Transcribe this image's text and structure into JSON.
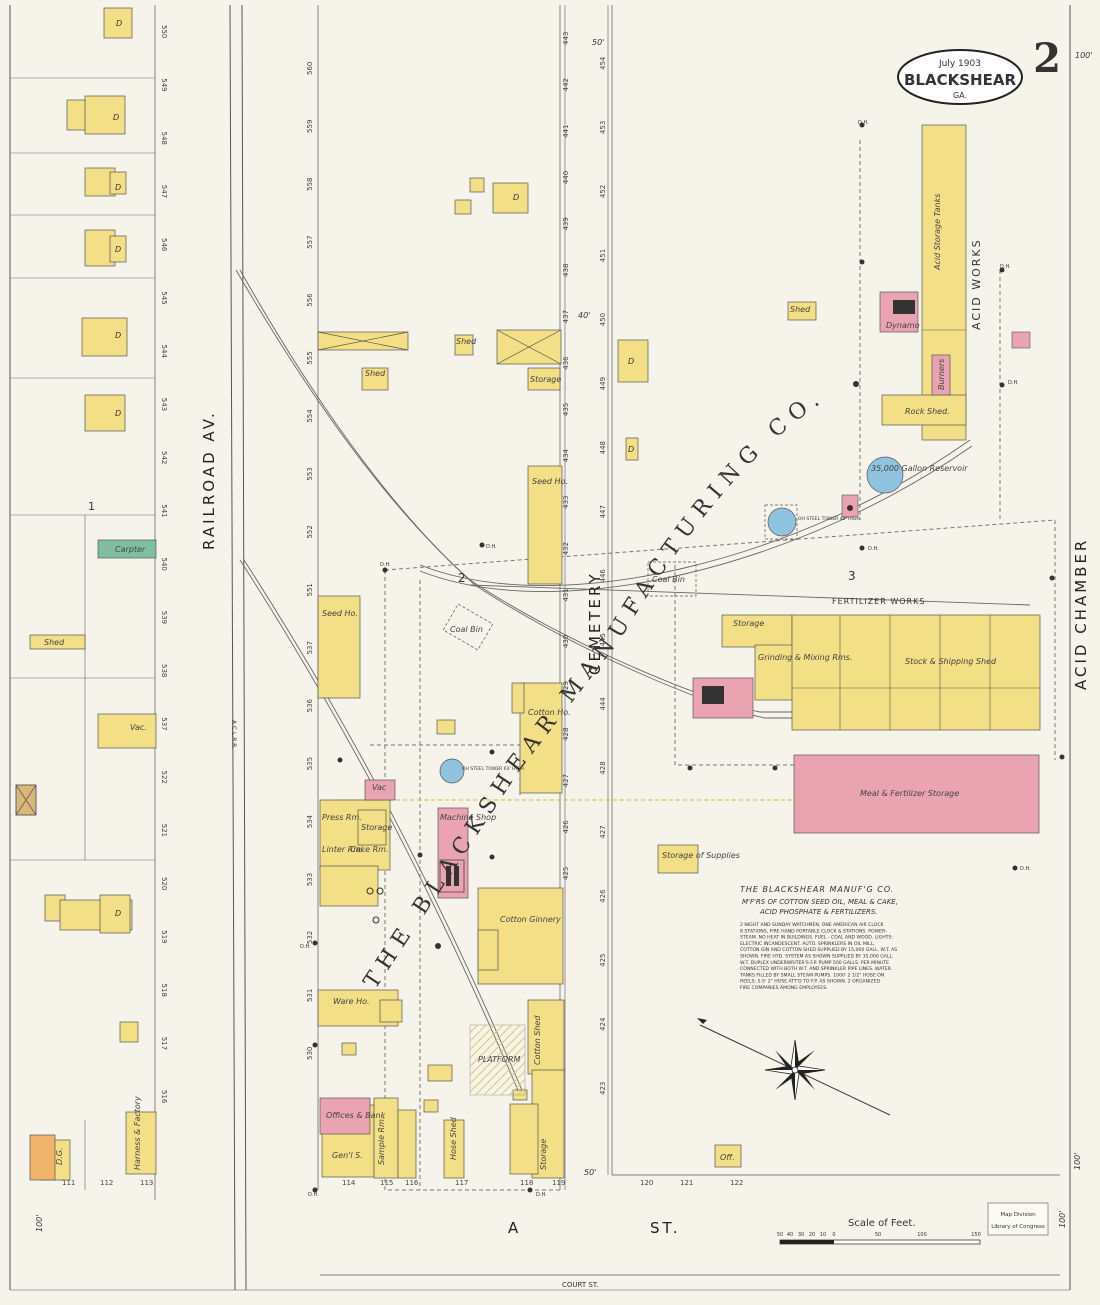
{
  "title_badge": {
    "date": "July 1903",
    "city": "BLACKSHEAR",
    "state": "GA."
  },
  "sheet_number": "2",
  "streets": {
    "railroad_av": "RAILROAD AV.",
    "cemetery": "CEMETERY",
    "acid_chamber": "ACID CHAMBER",
    "a_st_a": "A",
    "a_st_st": "ST.",
    "court_st": "COURT ST.",
    "acl_rr": "A.C.L.R.R."
  },
  "company_arc": "THE BLACKSHEAR MANUFACTURING CO.",
  "block_numbers": {
    "b1": "1",
    "b2": "2",
    "b3": "3"
  },
  "buildings": {
    "carptr": "Carpter",
    "shed_w": "Shed",
    "vac_w": "Vac.",
    "d_and_g": "D.G.",
    "harness_factory": "Harness & Factory",
    "seed_ho_1": "Seed Ho.",
    "seed_ho_2": "Seed Ho.",
    "shed_1": "Shed",
    "shed_2": "Shed",
    "storage_1": "Storage",
    "cotton_ho": "Cotton Ho.",
    "coal_bin_1": "Coal Bin",
    "coal_bin_2": "Coal Bin",
    "vac": "Vac",
    "press_rm": "Press Rm.",
    "storage_2": "Storage",
    "linter_rm": "Linter Rm.",
    "cake_rm": "Cake Rm.",
    "machine_shop": "Machine Shop",
    "ware_ho": "Ware Ho.",
    "cotton_ginnery": "Cotton Ginnery",
    "platform": "PLATFORM",
    "cotton_shed": "Cotton Shed",
    "offices_bank": "Offices & Bank",
    "gent_s": "Gen'l S.",
    "sample_rm": "Sample Rm.",
    "hose_shed": "Hose Shed",
    "storage_3": "Storage",
    "storage_supplies": "Storage of Supplies",
    "off": "Off.",
    "acid_tanks": "Acid Storage Tanks",
    "acid_works": "ACID WORKS",
    "burners": "Burners",
    "rock_shed": "Rock Shed.",
    "dynamo": "Dynamo",
    "reservoir": "35,000 Gallon Reservoir",
    "fertilizer_works": "FERTILIZER WORKS",
    "storage_4": "Storage",
    "grinding": "Grinding & Mixing Rms.",
    "stock_shipping": "Stock & Shipping Shed",
    "meal_fert": "Meal & Fertilizer Storage",
    "shed_small": "Shed",
    "dwelling": "D",
    "dh": "D.H."
  },
  "tank_notes": {
    "left": "OH STEEL TOWER 63' HIGH",
    "right": "OH STEEL TOWER 40' HIGH"
  },
  "description": {
    "heading": "THE BLACKSHEAR MANUF'G CO.",
    "line1": "M'F'RS OF COTTON SEED OIL, MEAL & CAKE,",
    "line2": "ACID PHOSPHATE & FERTILIZERS.",
    "notes": [
      "2 NIGHT AND SUNDAY WATCHMEN, ONE AMERICAN AIR CLOCK",
      "8 STATIONS, FIRE HAND PORTABLE CLOCK & STATIONS. POWER-",
      "STEAM. NO HEAT IN BUILDINGS. FUEL - COAL AND WOOD. LIGHTS:",
      "ELECTRIC INCANDESCENT. AUTO. SPRINKLERS IN OIL MILL,",
      "COTTON GIN AND COTTON SHED SUPPLIED BY 15,000 GALL. W.T. AS",
      "SHOWN. FIRE HYD. SYSTEM AS SHOWN SUPPLIED BY 35,000 GALL.",
      "W.T. DUPLEX UNDERWRITER'S F.P. PUMP 500 GALLS. PER MINUTE",
      "CONNECTED WITH BOTH W.T. AND SPRINKLER PIPE LINES. WATER",
      "TANKS FILLED BY SMALL STEAM PUMPS. 1000' 2 1/2\" HOSE ON",
      "REELS; 5-5' 2\" HOSE ATT'D TO F.P. AS SHOWN. 2 ORGANIZED",
      "FIRE COMPANIES AMONG EMPLOYEES."
    ]
  },
  "scale": {
    "label": "Scale of Feet.",
    "ticks": [
      "50",
      "40",
      "30",
      "20",
      "10",
      "0",
      "50",
      "100",
      "150"
    ]
  },
  "stamp": {
    "line1": "Map Division",
    "line2": "Library of Congress"
  },
  "dimensions": {
    "d100": "100'",
    "d50": "50'",
    "d40": "40'"
  },
  "house_numbers": {
    "west_col": [
      "550",
      "549",
      "548",
      "547",
      "546",
      "545",
      "544",
      "543",
      "542",
      "541",
      "540",
      "539",
      "538",
      "537",
      "522",
      "521",
      "520",
      "519",
      "518",
      "517",
      "516"
    ],
    "mid_col": [
      "560",
      "559",
      "558",
      "557",
      "556",
      "555",
      "554",
      "553",
      "552",
      "551",
      "537",
      "536",
      "535",
      "534",
      "533",
      "532",
      "531",
      "530"
    ],
    "cem_west": [
      "443",
      "442",
      "441",
      "440",
      "439",
      "438",
      "437",
      "436",
      "435",
      "434",
      "433",
      "432",
      "431",
      "430",
      "429",
      "428",
      "427",
      "426",
      "425"
    ],
    "cem_east": [
      "454",
      "453",
      "452",
      "451",
      "450",
      "449",
      "448",
      "447",
      "446",
      "445",
      "444",
      "428",
      "427",
      "426",
      "425",
      "424",
      "423"
    ],
    "a_st": [
      "111",
      "112",
      "113",
      "114",
      "115",
      "116",
      "117",
      "118",
      "119",
      "120",
      "121",
      "122"
    ]
  }
}
